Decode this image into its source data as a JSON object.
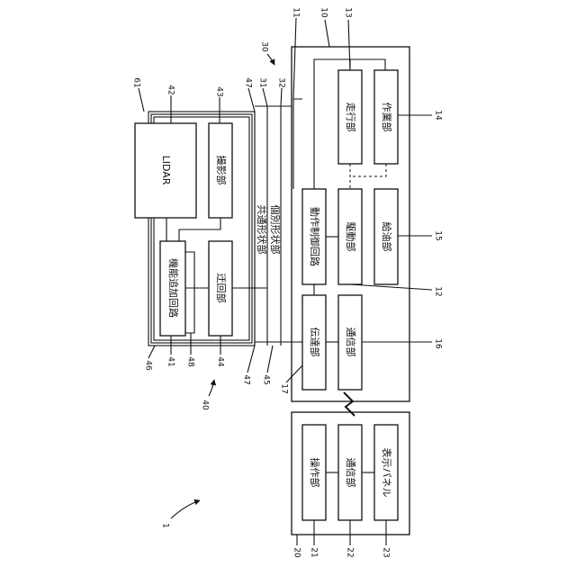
{
  "blocks": {
    "lidar": "LIDAR",
    "imaging": "撮影部",
    "function_addition": "機能追加回路",
    "bypass": "迂回部",
    "common_shape": "共通形状部",
    "individual_shape": "個別形状部",
    "operation_control": "動作制御回路",
    "traveling": "走行部",
    "working": "作業部",
    "driving": "駆動部",
    "refueling": "給油部",
    "transmission": "伝達部",
    "communication_vehicle": "通信部",
    "operation": "操作部",
    "communication_terminal": "通信部",
    "display_panel": "表示パネル"
  },
  "refs": {
    "r1": "1",
    "r10": "10",
    "r11": "11",
    "r12": "12",
    "r13": "13",
    "r14": "14",
    "r15": "15",
    "r16": "16",
    "r17": "17",
    "r20": "20",
    "r21": "21",
    "r22": "22",
    "r23": "23",
    "r30": "30",
    "r31": "31",
    "r32": "32",
    "r40": "40",
    "r41": "41",
    "r42": "42",
    "r43": "43",
    "r44": "44",
    "r45": "45",
    "r46": "46",
    "r47a": "47",
    "r47b": "47",
    "r48": "48",
    "r61": "61"
  }
}
